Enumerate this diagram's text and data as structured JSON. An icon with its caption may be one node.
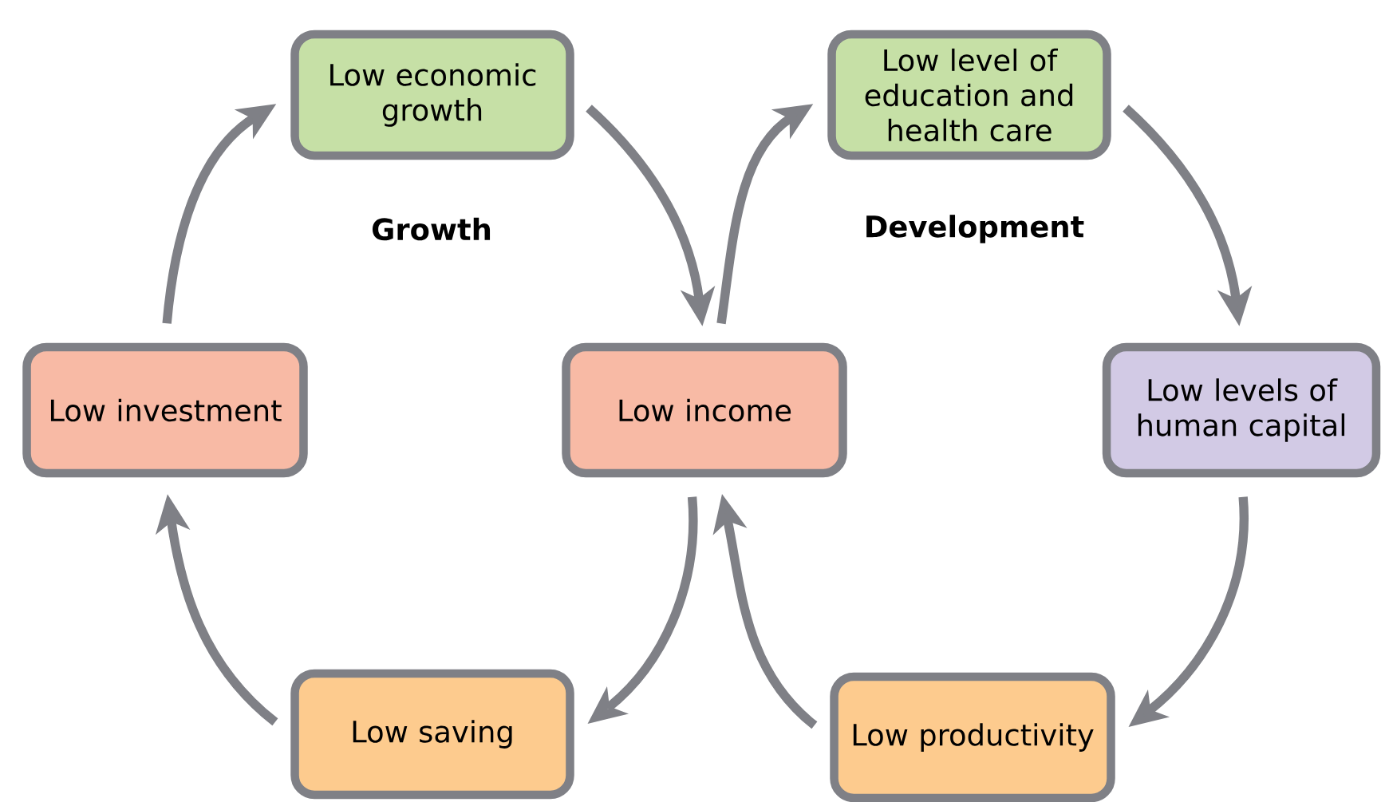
{
  "diagram": {
    "nodes": [
      {
        "text": [
          "Low economic growth"
        ]
      },
      {
        "text": [
          "Low level of education and health care"
        ]
      },
      {
        "text": [
          "Low investment"
        ]
      },
      {
        "text": [
          "Low income"
        ]
      },
      {
        "text": [
          "Low levels of human capital"
        ]
      },
      {
        "text": [
          "Low saving"
        ]
      },
      {
        "text": [
          "Low productivity"
        ]
      }
    ],
    "edges": [
      {
        "from": 0,
        "to": 3,
        "arrow": "to"
      },
      {
        "from": 3,
        "to": 1,
        "arrow": "to"
      },
      {
        "from": 1,
        "to": 4,
        "arrow": "to"
      },
      {
        "from": 4,
        "to": 6,
        "arrow": "to"
      },
      {
        "from": 6,
        "to": 3,
        "arrow": "to"
      },
      {
        "from": 3,
        "to": 5,
        "arrow": "to"
      },
      {
        "from": 5,
        "to": 2,
        "arrow": "to"
      },
      {
        "from": 2,
        "to": 0,
        "arrow": "to"
      }
    ],
    "labels": [
      "Growth",
      "Development"
    ]
  }
}
